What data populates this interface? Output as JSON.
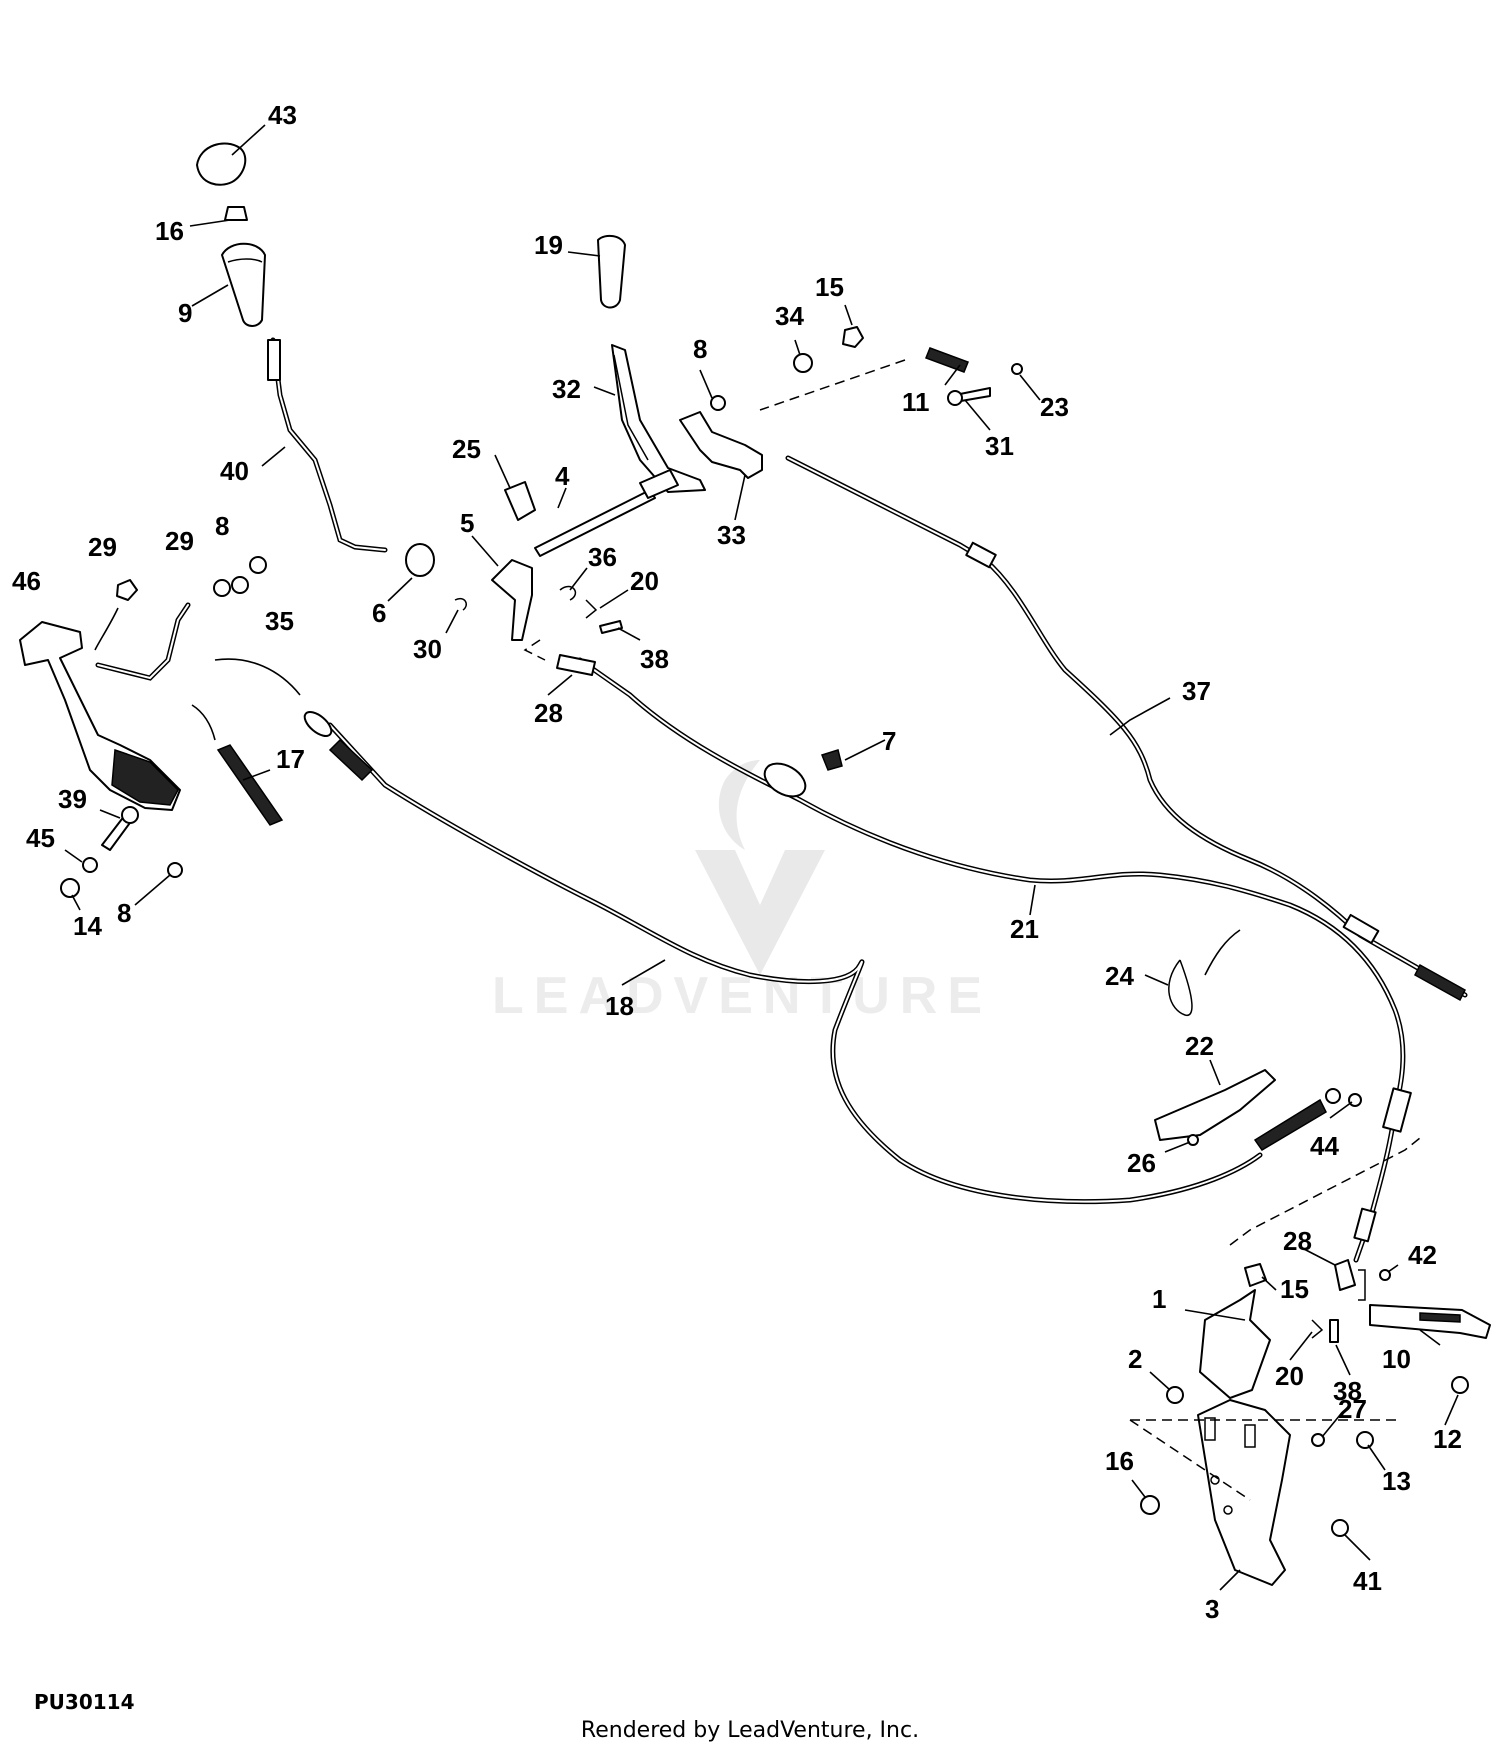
{
  "figure_id": "PU30114",
  "credit": "Rendered by LeadVenture, Inc.",
  "watermark": "LEADVENTURE",
  "callouts": [
    {
      "id": "c43",
      "text": "43"
    },
    {
      "id": "c16a",
      "text": "16"
    },
    {
      "id": "c9",
      "text": "9"
    },
    {
      "id": "c19",
      "text": "19"
    },
    {
      "id": "c15a",
      "text": "15"
    },
    {
      "id": "c34",
      "text": "34"
    },
    {
      "id": "c8a",
      "text": "8"
    },
    {
      "id": "c32",
      "text": "32"
    },
    {
      "id": "c11",
      "text": "11"
    },
    {
      "id": "c23",
      "text": "23"
    },
    {
      "id": "c31",
      "text": "31"
    },
    {
      "id": "c40",
      "text": "40"
    },
    {
      "id": "c25",
      "text": "25"
    },
    {
      "id": "c4",
      "text": "4"
    },
    {
      "id": "c33",
      "text": "33"
    },
    {
      "id": "c5",
      "text": "5"
    },
    {
      "id": "c36",
      "text": "36"
    },
    {
      "id": "c20a",
      "text": "20"
    },
    {
      "id": "c38a",
      "text": "38"
    },
    {
      "id": "c29a",
      "text": "29"
    },
    {
      "id": "c29b",
      "text": "29"
    },
    {
      "id": "c8b",
      "text": "8"
    },
    {
      "id": "c46",
      "text": "46"
    },
    {
      "id": "c35",
      "text": "35"
    },
    {
      "id": "c6",
      "text": "6"
    },
    {
      "id": "c30",
      "text": "30"
    },
    {
      "id": "c28a",
      "text": "28"
    },
    {
      "id": "c37",
      "text": "37"
    },
    {
      "id": "c7",
      "text": "7"
    },
    {
      "id": "c17",
      "text": "17"
    },
    {
      "id": "c39",
      "text": "39"
    },
    {
      "id": "c45",
      "text": "45"
    },
    {
      "id": "c14",
      "text": "14"
    },
    {
      "id": "c8c",
      "text": "8"
    },
    {
      "id": "c21",
      "text": "21"
    },
    {
      "id": "c18",
      "text": "18"
    },
    {
      "id": "c24",
      "text": "24"
    },
    {
      "id": "c22",
      "text": "22"
    },
    {
      "id": "c26",
      "text": "26"
    },
    {
      "id": "c44",
      "text": "44"
    },
    {
      "id": "c28b",
      "text": "28"
    },
    {
      "id": "c42",
      "text": "42"
    },
    {
      "id": "c1",
      "text": "1"
    },
    {
      "id": "c15b",
      "text": "15"
    },
    {
      "id": "c20b",
      "text": "20"
    },
    {
      "id": "c38b",
      "text": "38"
    },
    {
      "id": "c10",
      "text": "10"
    },
    {
      "id": "c2",
      "text": "2"
    },
    {
      "id": "c27",
      "text": "27"
    },
    {
      "id": "c12",
      "text": "12"
    },
    {
      "id": "c13",
      "text": "13"
    },
    {
      "id": "c16b",
      "text": "16"
    },
    {
      "id": "c41",
      "text": "41"
    },
    {
      "id": "c3",
      "text": "3"
    }
  ]
}
